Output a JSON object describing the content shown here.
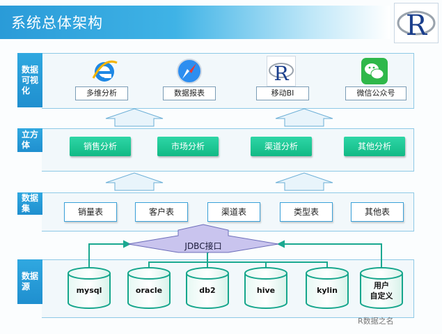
{
  "title": "系统总体架构",
  "layers": {
    "viz": {
      "label": "数据可视化",
      "items": [
        {
          "label": "多维分析",
          "icon": "ie-icon"
        },
        {
          "label": "数据报表",
          "icon": "safari-icon"
        },
        {
          "label": "移动BI",
          "icon": "r-logo-icon"
        },
        {
          "label": "微信公众号",
          "icon": "wechat-icon"
        }
      ]
    },
    "cube": {
      "label": "立方体",
      "items": [
        "销售分析",
        "市场分析",
        "渠道分析",
        "其他分析"
      ]
    },
    "dataset": {
      "label": "数据集",
      "items": [
        "销量表",
        "客户表",
        "渠道表",
        "类型表",
        "其他表"
      ]
    },
    "datasource": {
      "label": "数据源",
      "jdbc_label": "JDBC接口",
      "items": [
        "mysql",
        "oracle",
        "db2",
        "hive",
        "kylin",
        "用户\n自定义"
      ]
    }
  },
  "watermark": "R数据之名",
  "colors": {
    "label_blue": "#1f8fcf",
    "panel_border": "#8ec9e6",
    "cube_green": "#12b985",
    "arrow_fill": "#e8f4fb",
    "jdbc_fill": "#c9c4ee",
    "connector_teal": "#1aa890"
  }
}
